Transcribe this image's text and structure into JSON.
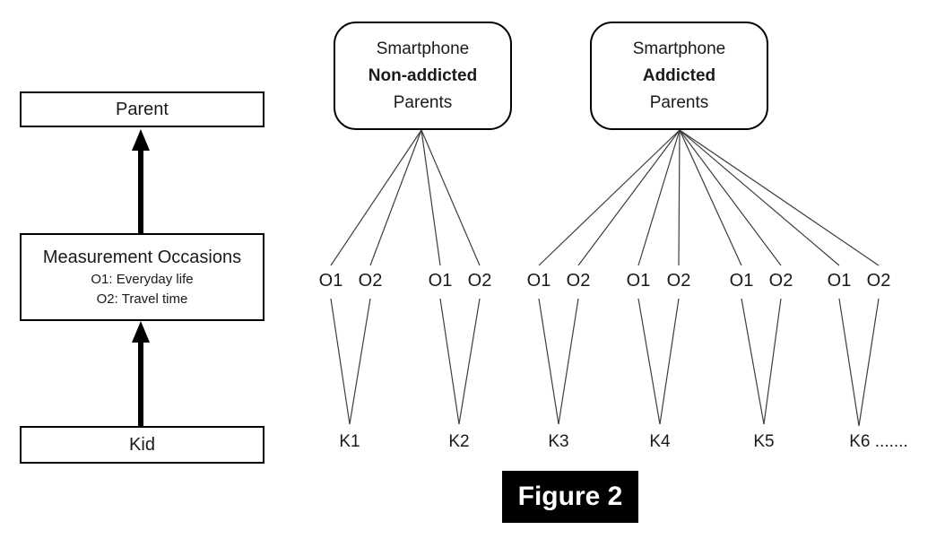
{
  "left_panel": {
    "parent_label": "Parent",
    "measurement_title": "Measurement Occasions",
    "measurement_sub1": "O1: Everyday life",
    "measurement_sub2": "O2: Travel time",
    "kid_label": "Kid"
  },
  "parent_groups": [
    {
      "line1": "Smartphone",
      "line2": "Non-addicted",
      "line3": "Parents"
    },
    {
      "line1": "Smartphone",
      "line2": "Addicted",
      "line3": "Parents"
    }
  ],
  "occasions": [
    "O1",
    "O2",
    "O1",
    "O2",
    "O1",
    "O2",
    "O1",
    "O2",
    "O1",
    "O2",
    "O1",
    "O2"
  ],
  "kids": [
    "K1",
    "K2",
    "K3",
    "K4",
    "K5",
    "K6 ......."
  ],
  "caption": "Figure 2",
  "structure": {
    "non_addicted_kids": [
      "K1",
      "K2"
    ],
    "addicted_kids": [
      "K3",
      "K4",
      "K5",
      "K6"
    ],
    "occasions_per_kid": [
      "O1",
      "O2"
    ]
  },
  "colors": {
    "ink": "#1a1a1a",
    "line": "#3d3d3d",
    "caption_bg": "#000000",
    "caption_text": "#ffffff",
    "background": "#ffffff"
  }
}
